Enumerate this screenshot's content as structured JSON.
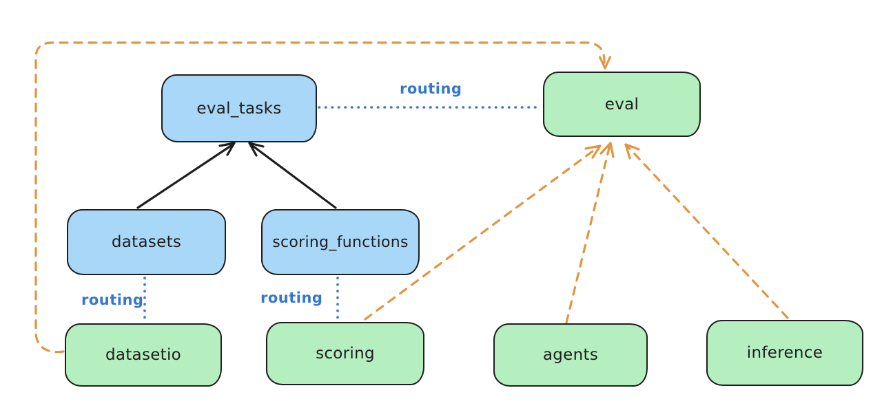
{
  "diagram": {
    "type": "architecture-diagram",
    "style": "excalidraw-hand-drawn",
    "nodes": {
      "eval_tasks": {
        "label": "eval_tasks",
        "kind": "registry",
        "fill": "#a8d7f8"
      },
      "eval": {
        "label": "eval",
        "kind": "api",
        "fill": "#b5efc0"
      },
      "datasets": {
        "label": "datasets",
        "kind": "registry",
        "fill": "#a8d7f8"
      },
      "scoring_functions": {
        "label": "scoring_functions",
        "kind": "registry",
        "fill": "#a8d7f8"
      },
      "datasetio": {
        "label": "datasetio",
        "kind": "api",
        "fill": "#b5efc0"
      },
      "scoring": {
        "label": "scoring",
        "kind": "api",
        "fill": "#b5efc0"
      },
      "agents": {
        "label": "agents",
        "kind": "api",
        "fill": "#b5efc0"
      },
      "inference": {
        "label": "inference",
        "kind": "api",
        "fill": "#b5efc0"
      }
    },
    "edges": [
      {
        "from": "datasets",
        "to": "eval_tasks",
        "style": "solid-black-arrow",
        "label": ""
      },
      {
        "from": "scoring_functions",
        "to": "eval_tasks",
        "style": "solid-black-arrow",
        "label": ""
      },
      {
        "from": "eval_tasks",
        "to": "eval",
        "style": "dotted-blue",
        "label": "routing"
      },
      {
        "from": "datasets",
        "to": "datasetio",
        "style": "dotted-blue",
        "label": "routing"
      },
      {
        "from": "scoring_functions",
        "to": "scoring",
        "style": "dotted-blue",
        "label": "routing"
      },
      {
        "from": "datasetio",
        "to": "eval",
        "style": "dashed-orange-arrow",
        "label": "",
        "route": "around-left-and-top"
      },
      {
        "from": "scoring",
        "to": "eval",
        "style": "dashed-orange-arrow",
        "label": ""
      },
      {
        "from": "agents",
        "to": "eval",
        "style": "dashed-orange-arrow",
        "label": ""
      },
      {
        "from": "inference",
        "to": "eval",
        "style": "dashed-orange-arrow",
        "label": ""
      }
    ],
    "edge_labels": {
      "routing_top": "routing",
      "routing_datasets": "routing",
      "routing_scoring": "routing"
    },
    "colors": {
      "background": "#ffffff",
      "node_stroke": "#1e1e1e",
      "blue_fill": "#a8d7f8",
      "green_fill": "#b5efc0",
      "routing_blue": "#3577cd",
      "orange_dash": "#e49440",
      "black_arrow": "#1e1e1e",
      "text": "#1e1e1e"
    }
  }
}
